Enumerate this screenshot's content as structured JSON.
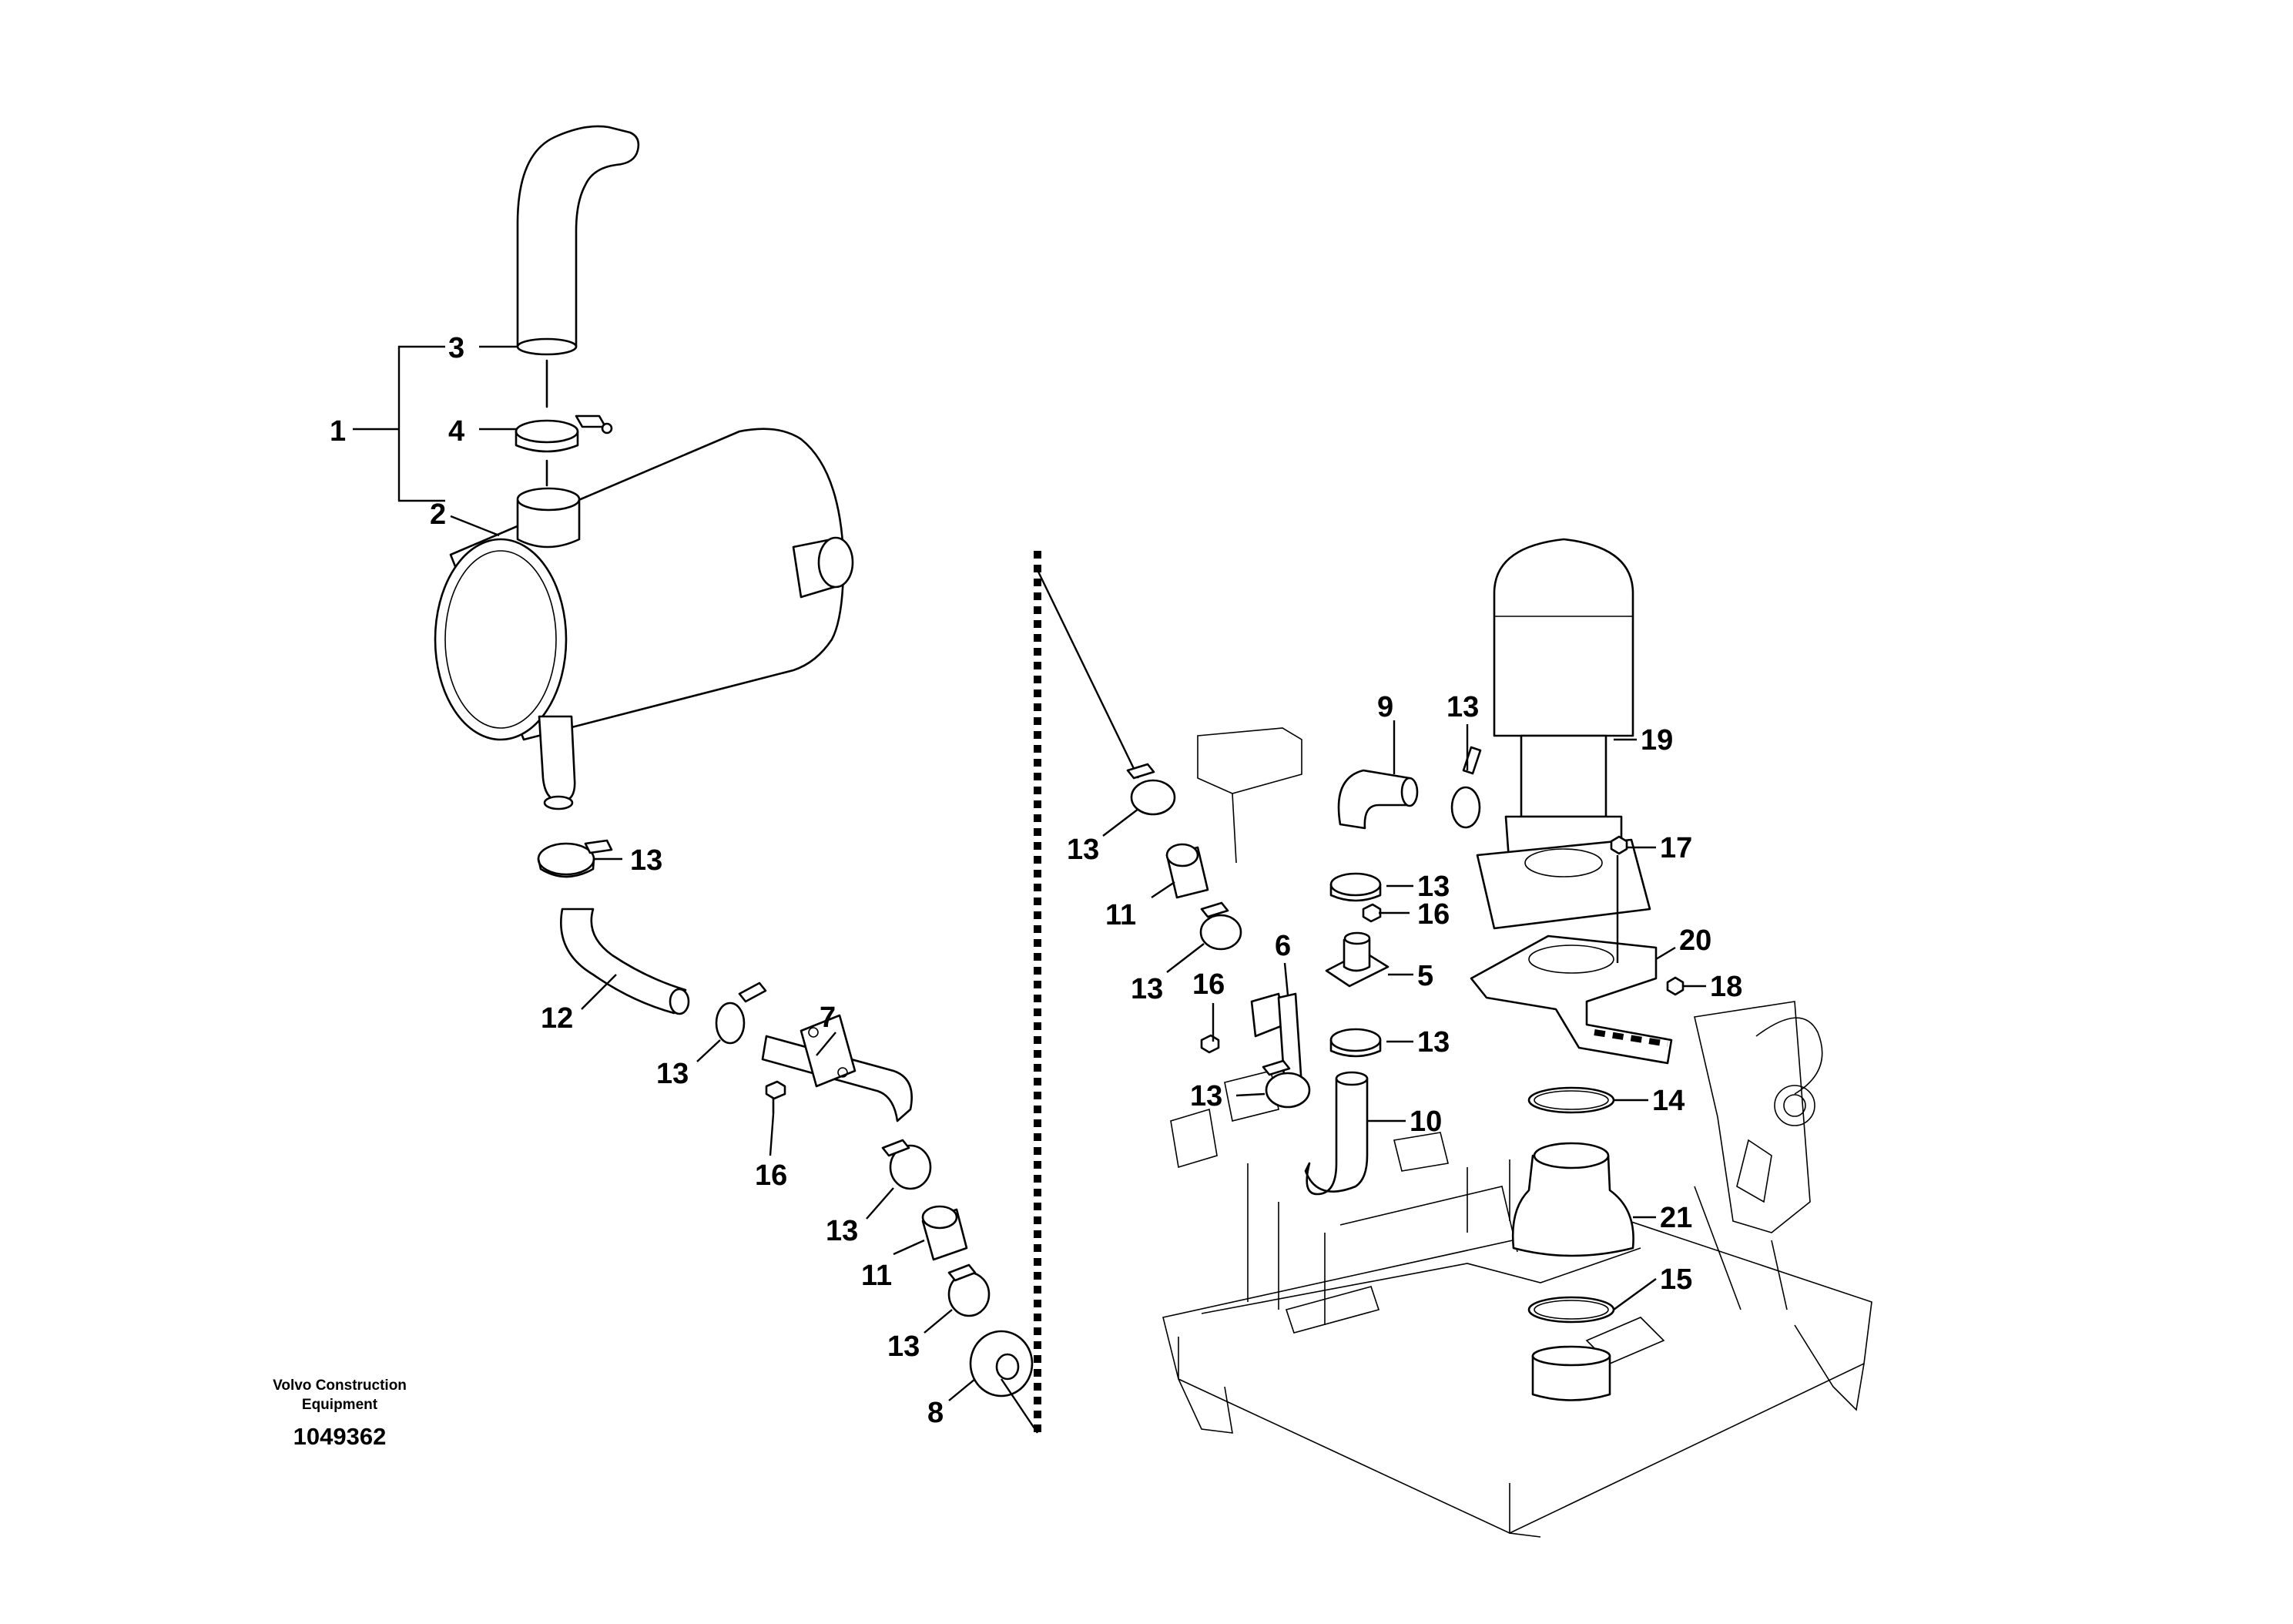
{
  "labels": {
    "group_left": "1",
    "l1": "3",
    "l2": "4",
    "l3": "2",
    "l4": "13",
    "l5": "12",
    "l6": "13",
    "l7": "7",
    "l8": "16",
    "l9": "13",
    "l10": "11",
    "l11": "13",
    "l12": "8",
    "r1": "13",
    "r2": "11",
    "r3": "13",
    "r4": "16",
    "r5": "6",
    "r6": "13",
    "r7": "9",
    "r8": "13",
    "r9": "13",
    "r10": "16",
    "r11": "5",
    "r12": "13",
    "r13": "10",
    "r14": "19",
    "r15": "17",
    "r16": "20",
    "r17": "18",
    "r18": "14",
    "r19": "21",
    "r20": "15"
  },
  "footer": {
    "brand_line1": "Volvo Construction",
    "brand_line2": "Equipment",
    "doc_number": "1049362"
  }
}
